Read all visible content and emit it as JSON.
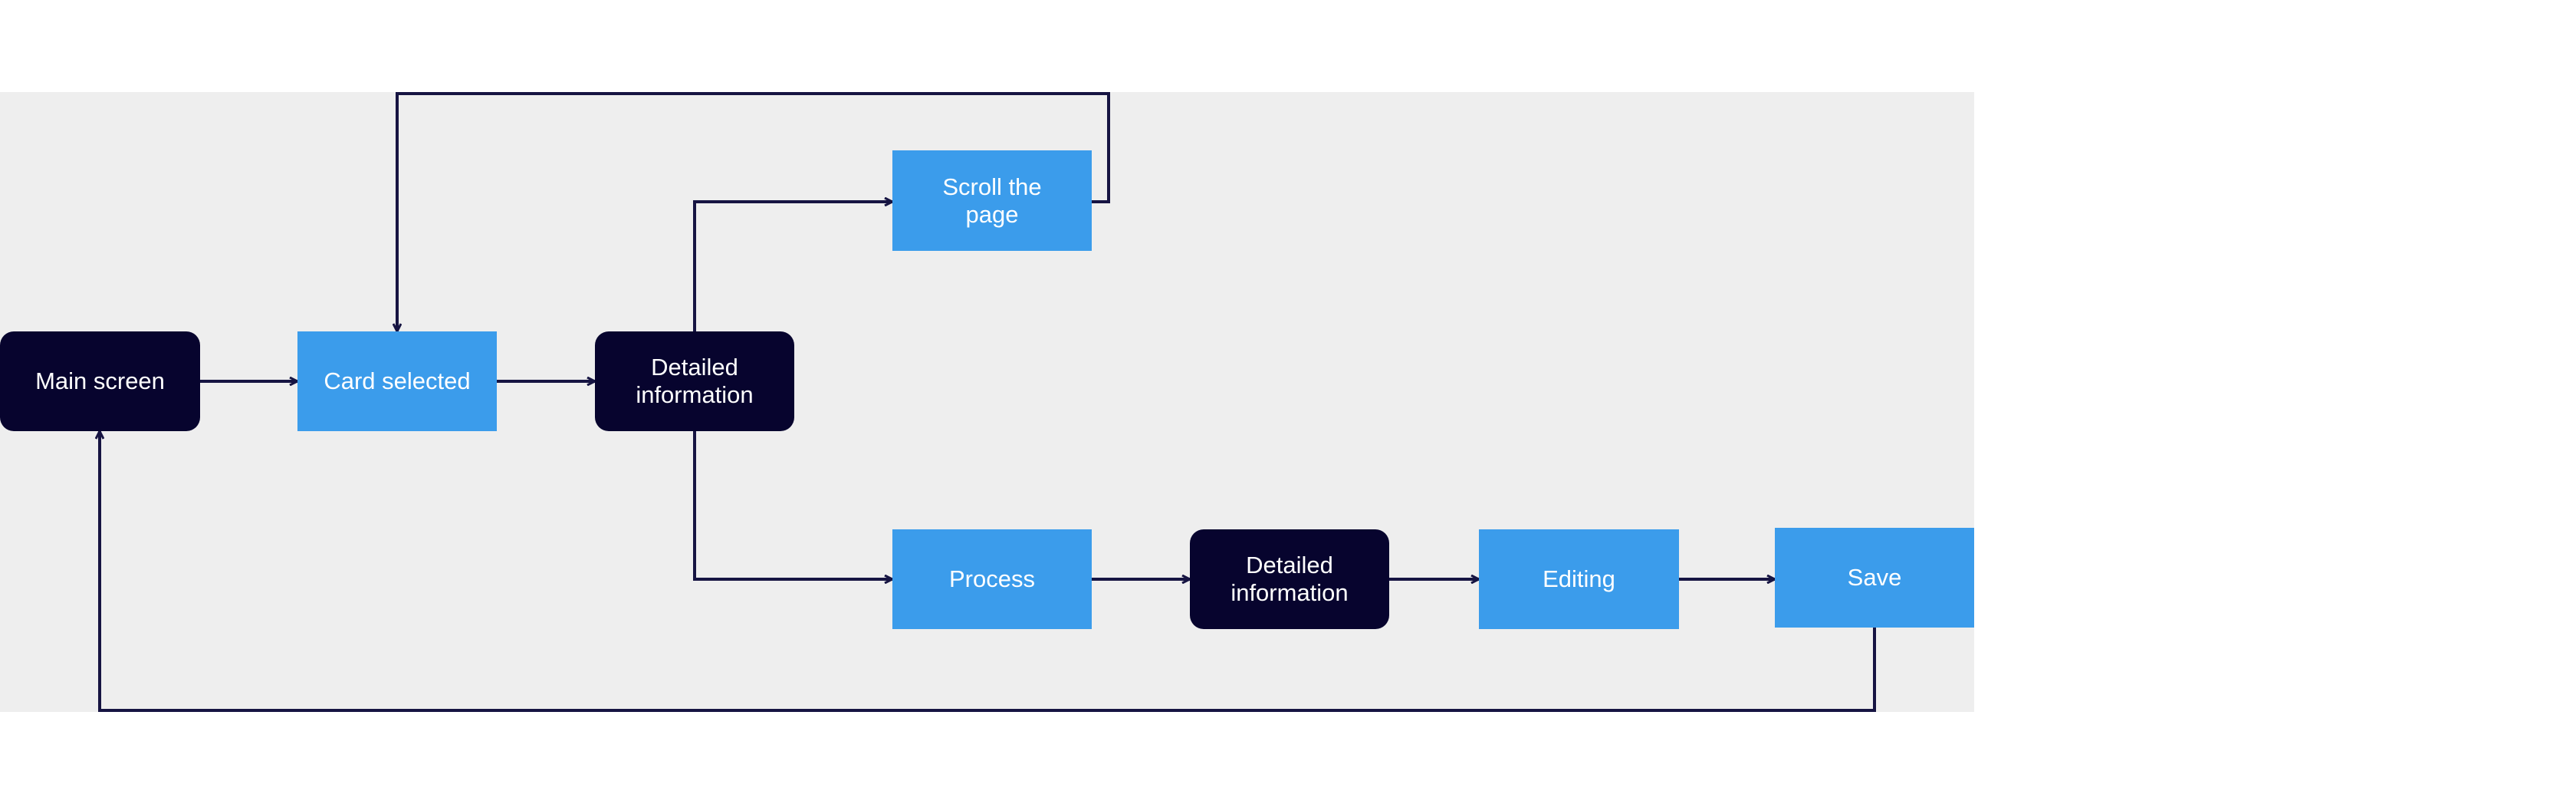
{
  "nodes": {
    "main_screen": {
      "label": "Main screen",
      "kind": "state"
    },
    "card_selected": {
      "label": "Card selected",
      "kind": "action"
    },
    "detailed_info_1": {
      "label": "Detailed\ninformation",
      "kind": "state"
    },
    "scroll_page": {
      "label": "Scroll the\npage",
      "kind": "action"
    },
    "process": {
      "label": "Process",
      "kind": "action"
    },
    "detailed_info_2": {
      "label": "Detailed\ninformation",
      "kind": "state"
    },
    "editing": {
      "label": "Editing",
      "kind": "action"
    },
    "save": {
      "label": "Save",
      "kind": "action"
    }
  },
  "edges": [
    {
      "from": "main_screen",
      "to": "card_selected"
    },
    {
      "from": "card_selected",
      "to": "detailed_info_1"
    },
    {
      "from": "detailed_info_1",
      "to": "scroll_page"
    },
    {
      "from": "scroll_page",
      "to": "card_selected"
    },
    {
      "from": "detailed_info_1",
      "to": "process"
    },
    {
      "from": "process",
      "to": "detailed_info_2"
    },
    {
      "from": "detailed_info_2",
      "to": "editing"
    },
    {
      "from": "editing",
      "to": "save"
    },
    {
      "from": "save",
      "to": "main_screen"
    }
  ],
  "colors": {
    "state_fill": "#07042e",
    "action_fill": "#3b9ceb",
    "edge": "#161442",
    "panel": "#eeeeee"
  }
}
